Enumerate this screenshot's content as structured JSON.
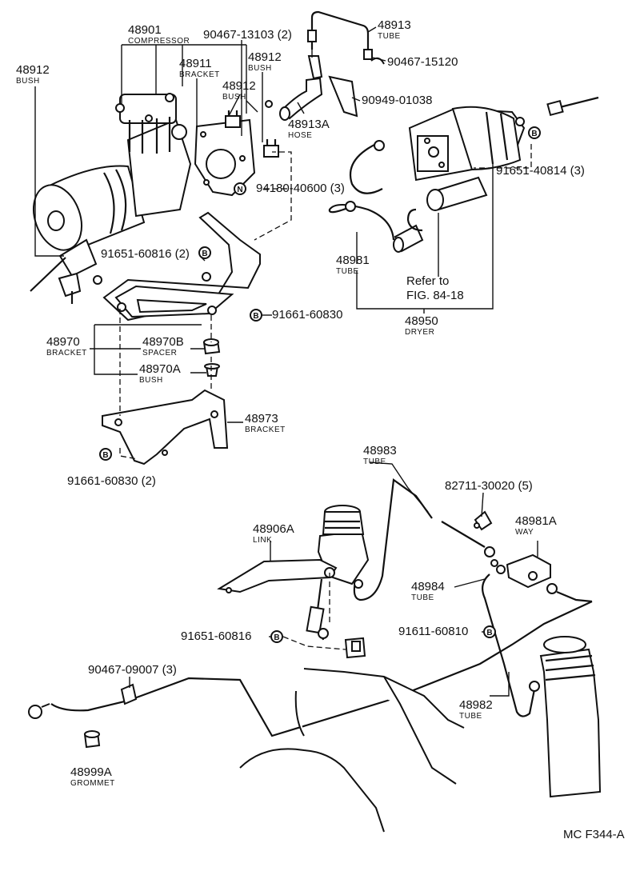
{
  "figure_code": "MC F344-A",
  "markers": {
    "b": "B",
    "n": "N"
  },
  "labels": [
    {
      "id": "compressor",
      "part": "48901",
      "name": "COMPRESSOR"
    },
    {
      "id": "bush-left",
      "part": "48912",
      "name": "BUSH"
    },
    {
      "id": "bolt-13103",
      "part": "90467-13103 (2)",
      "name": ""
    },
    {
      "id": "tube-top",
      "part": "48913",
      "name": "TUBE"
    },
    {
      "id": "bracket-48911",
      "part": "48911",
      "name": "BRACKET"
    },
    {
      "id": "bush-mid-a",
      "part": "48912",
      "name": "BUSH"
    },
    {
      "id": "bush-mid-b",
      "part": "48912",
      "name": "BUSH"
    },
    {
      "id": "clip-15120",
      "part": "90467-15120",
      "name": ""
    },
    {
      "id": "clamp-01038",
      "part": "90949-01038",
      "name": ""
    },
    {
      "id": "hose",
      "part": "48913A",
      "name": "HOSE"
    },
    {
      "id": "bolt-40814",
      "part": "91651-40814 (3)",
      "name": ""
    },
    {
      "id": "nut-40600",
      "part": "94180-40600 (3)",
      "name": ""
    },
    {
      "id": "bolt-60816-top",
      "part": "91651-60816 (2)",
      "name": ""
    },
    {
      "id": "tube-48981",
      "part": "48981",
      "name": "TUBE"
    },
    {
      "id": "refer",
      "part": "Refer to",
      "name": "FIG. 84-18"
    },
    {
      "id": "bolt-60830-mid",
      "part": "91661-60830",
      "name": ""
    },
    {
      "id": "dryer",
      "part": "48950",
      "name": "DRYER"
    },
    {
      "id": "bracket-48970",
      "part": "48970",
      "name": "BRACKET"
    },
    {
      "id": "spacer",
      "part": "48970B",
      "name": "SPACER"
    },
    {
      "id": "bush-48970a",
      "part": "48970A",
      "name": "BUSH"
    },
    {
      "id": "bracket-48973",
      "part": "48973",
      "name": "BRACKET"
    },
    {
      "id": "bolt-60830-low",
      "part": "91661-60830 (2)",
      "name": ""
    },
    {
      "id": "tube-48983",
      "part": "48983",
      "name": "TUBE"
    },
    {
      "id": "clip-30020",
      "part": "82711-30020 (5)",
      "name": ""
    },
    {
      "id": "link",
      "part": "48906A",
      "name": "LINK"
    },
    {
      "id": "way",
      "part": "48981A",
      "name": "WAY"
    },
    {
      "id": "tube-48984",
      "part": "48984",
      "name": "TUBE"
    },
    {
      "id": "bolt-60816-low",
      "part": "91651-60816",
      "name": ""
    },
    {
      "id": "bolt-60810",
      "part": "91611-60810",
      "name": ""
    },
    {
      "id": "clip-09007",
      "part": "90467-09007 (3)",
      "name": ""
    },
    {
      "id": "tube-48982",
      "part": "48982",
      "name": "TUBE"
    },
    {
      "id": "grommet",
      "part": "48999A",
      "name": "GROMMET"
    }
  ]
}
